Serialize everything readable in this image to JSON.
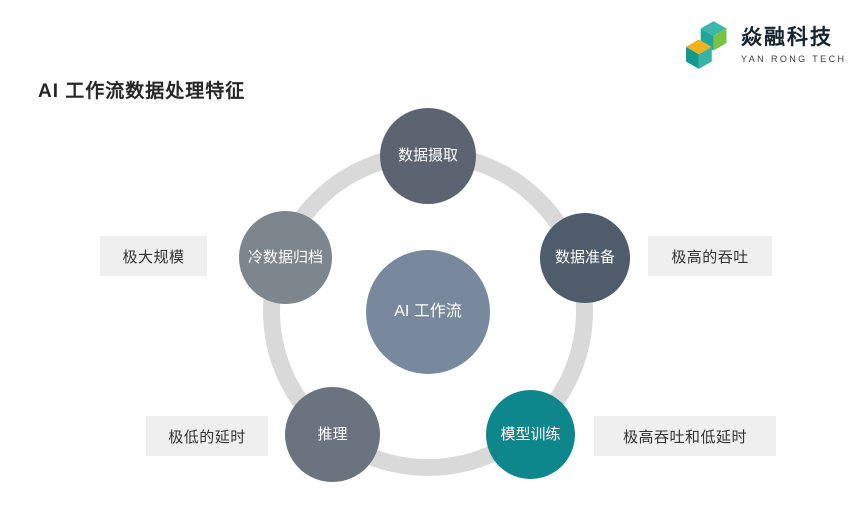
{
  "page": {
    "title": "AI 工作流数据处理特征"
  },
  "logo": {
    "company_name": "焱融科技",
    "company_name_en": "YAN RONG TECH",
    "brand_colors": {
      "teal": "#1ea79c",
      "light_teal": "#3cb8ab",
      "green": "#7cc143",
      "yellow": "#f2b21d"
    }
  },
  "diagram": {
    "ring_color": "#d9d9d9",
    "annotation_bg": "#efefef",
    "center_node": {
      "label": "AI 工作流",
      "color": "#78899e"
    },
    "nodes": [
      {
        "id": "data-ingestion",
        "label": "数据摄取",
        "color": "#5b6470"
      },
      {
        "id": "data-preparation",
        "label": "数据准备",
        "color": "#4e5c6c"
      },
      {
        "id": "cold-data-archive",
        "label": "冷数据归档",
        "color": "#7e868d"
      },
      {
        "id": "inference",
        "label": "推理",
        "color": "#6b747e"
      },
      {
        "id": "model-training",
        "label": "模型训练",
        "color": "#0e878c"
      }
    ],
    "annotations": [
      {
        "id": "extreme-scale",
        "text": "极大规模"
      },
      {
        "id": "high-throughput",
        "text": "极高的吞吐"
      },
      {
        "id": "low-latency",
        "text": "极低的延时"
      },
      {
        "id": "high-throughput-low-latency",
        "text": "极高吞吐和低延时"
      }
    ]
  }
}
